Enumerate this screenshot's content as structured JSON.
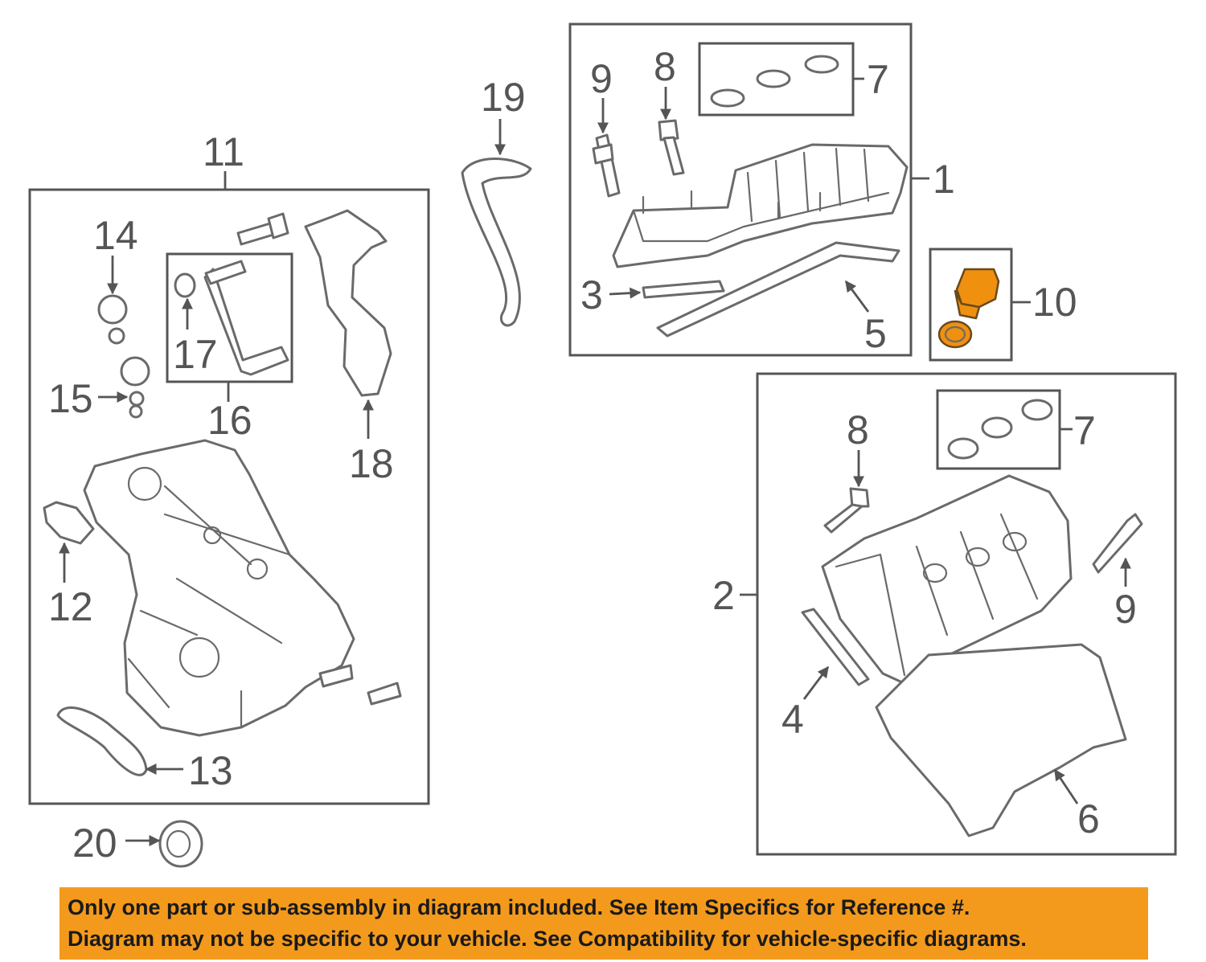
{
  "callouts": {
    "c1": "1",
    "c2": "2",
    "c3": "3",
    "c4": "4",
    "c5": "5",
    "c6": "6",
    "c7a": "7",
    "c7b": "7",
    "c8a": "8",
    "c8b": "8",
    "c9a": "9",
    "c9b": "9",
    "c10": "10",
    "c11": "11",
    "c12": "12",
    "c13": "13",
    "c14": "14",
    "c15": "15",
    "c16": "16",
    "c17": "17",
    "c18": "18",
    "c19": "19",
    "c20": "20"
  },
  "colors": {
    "highlight": "#f0900f",
    "notice_background": "#f39a1d",
    "line": "#6a6a6a"
  },
  "notice": {
    "line1": "Only one part or sub-assembly in diagram included. See Item Specifics for Reference #.",
    "line2": "Diagram may not be specific to your vehicle. See Compatibility for vehicle-specific diagrams."
  }
}
